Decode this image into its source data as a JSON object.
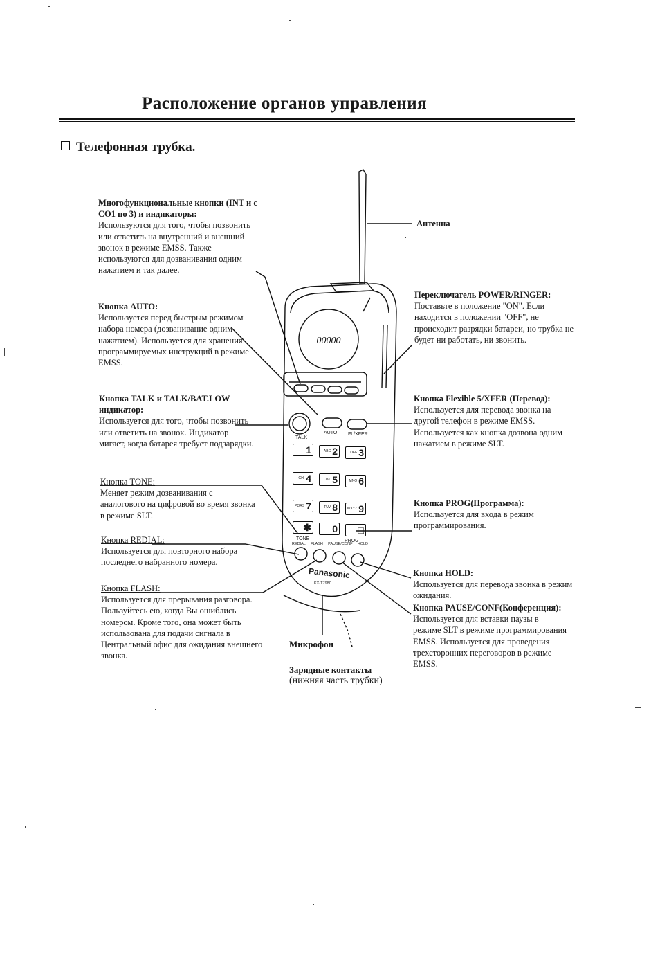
{
  "page": {
    "title": "Расположение органов управления",
    "section": "Телефонная трубка."
  },
  "callouts": {
    "multifunction": {
      "title": "Многофункциональные кнопки (INT и с CO1 по 3) и индикаторы:",
      "body": "Используются для того, чтобы позвонить или ответить на внутренний и внешний звонок в режиме EMSS. Также используются для дозванивания одним нажатием и так далее."
    },
    "auto": {
      "title": "Кнопка AUTO:",
      "body": "Используется перед быстрым режимом набора номера (дозванивание одним нажатием). Используется для хранения программируемых инструкций в режиме EMSS."
    },
    "talk": {
      "title": "Кнопка TALK и TALK/BAT.LOW индикатор:",
      "body": "Используется для того, чтобы позвонить или ответить на звонок. Индикатор мигает, когда батарея требует подзарядки."
    },
    "tone": {
      "title": "Кнопка TONE:",
      "body": "Меняет режим дозванивания с аналогового на цифровой во время звонка в режиме SLT."
    },
    "redial": {
      "title": "Кнопка REDIAL:",
      "body": "Используется для повторного набора последнего набранного номера."
    },
    "flash": {
      "title": "Кнопка FLASH:",
      "body": "Используется для прерывания разговора. Пользуйтесь ею, когда Вы ошиблись номером. Кроме того, она может быть использована для подачи сигнала в Центральный офис для ожидания внешнего звонка."
    },
    "antenna": {
      "title": "Антенна"
    },
    "power": {
      "title": "Переключатель POWER/RINGER:",
      "body": "Поставьте в положение \"ON\". Если находится в положении \"OFF\", не происходит разрядки батареи, но трубка не будет ни работать, ни звонить."
    },
    "flexible": {
      "title": "Кнопка Flexible 5/XFER (Перевод):",
      "body": "Используется для перевода звонка на другой телефон в режиме EMSS. Используется как кнопка дозвона одним нажатием в режиме SLT."
    },
    "prog": {
      "title": "Кнопка PROG(Программа):",
      "body": "Используется для входа в режим программирования."
    },
    "hold": {
      "title": "Кнопка HOLD:",
      "body": "Используется для перевода звонка в режим ожидания."
    },
    "pause": {
      "title": "Кнопка PAUSE/CONF(Конференция):",
      "body": "Используется для вставки паузы в режиме SLT в режиме программирования EMSS. Используется для проведения трехсторонних переговоров в режиме EMSS."
    },
    "microphone": {
      "title": "Микрофон"
    },
    "charge": {
      "title": "Зарядные контакты",
      "subtitle": "(нижняя часть трубки)"
    }
  },
  "phone": {
    "brand": "Panasonic",
    "model": "KX-T7980",
    "talk_label": "TALK",
    "auto_label": "AUTO",
    "fxfer_label": "FL/XFER",
    "tone_label": "TONE",
    "prog_label": "PROG",
    "bottom_labels": [
      "REDIAL",
      "FLASH",
      "PAUSE/CONF",
      "HOLD"
    ],
    "keys": [
      {
        "num": "1",
        "letters": ""
      },
      {
        "num": "2",
        "letters": "ABC"
      },
      {
        "num": "3",
        "letters": "DEF"
      },
      {
        "num": "4",
        "letters": "GHI"
      },
      {
        "num": "5",
        "letters": "JKL"
      },
      {
        "num": "6",
        "letters": "MNO"
      },
      {
        "num": "7",
        "letters": "PQRS"
      },
      {
        "num": "8",
        "letters": "TUV"
      },
      {
        "num": "9",
        "letters": "WXYZ"
      },
      {
        "num": "✱",
        "letters": ""
      },
      {
        "num": "0",
        "letters": ""
      },
      {
        "num": "□",
        "letters": ""
      }
    ]
  }
}
